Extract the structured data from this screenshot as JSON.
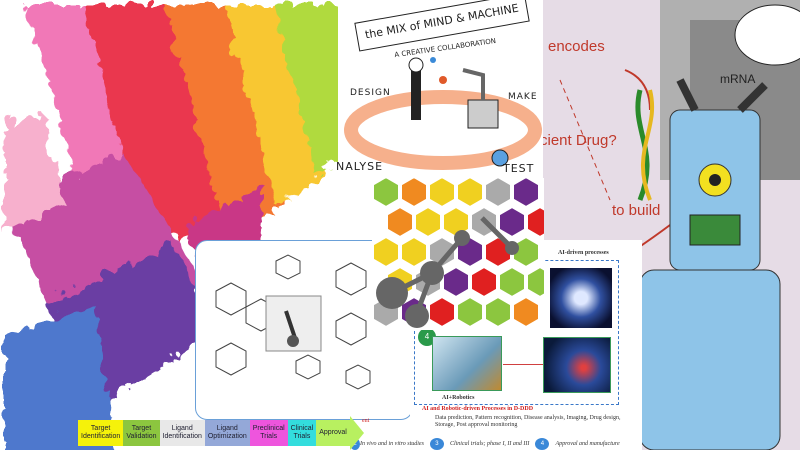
{
  "sketch": {
    "title": "the MIX of MIND & MACHINE",
    "subtitle": "A CREATIVE COLLABORATION",
    "steps": [
      "DESIGN",
      "MAKE",
      "TEST",
      "NALYSE"
    ]
  },
  "illustration": {
    "encodes": "encodes",
    "mrna": "mRNA",
    "question": "cient Drug?",
    "to_build": "to build"
  },
  "document": {
    "ai_label": "AI-driven processes",
    "robotics_label": "AI+Robotics",
    "badge": "4",
    "heading": "AI and Robotic-driven Processes in D-DDD",
    "bullet": "Data prediction, Pattern recognition, Disease analysis, Imaging, Drug design, Storage, Post approval monitoring",
    "steps": [
      {
        "num": "2",
        "text": "In vivo and in vitro studies"
      },
      {
        "num": "3",
        "text": "Clinical trials; phase I, II and III"
      },
      {
        "num": "4",
        "text": "Approval and manufacture"
      }
    ],
    "side_label": "ent"
  },
  "pipeline": {
    "stages": [
      {
        "label": "Target Identification",
        "color": "#f5f20a"
      },
      {
        "label": "Target Validation",
        "color": "#8cc63f"
      },
      {
        "label": "Ligand Identification",
        "color": "#e8e8e8"
      },
      {
        "label": "Ligand Optimization",
        "color": "#94a8d8"
      },
      {
        "label": "Preclinical Trials",
        "color": "#ee55dd"
      },
      {
        "label": "Clinical Trials",
        "color": "#33dddd"
      },
      {
        "label": "Approval",
        "color": "#b8f060"
      }
    ]
  }
}
